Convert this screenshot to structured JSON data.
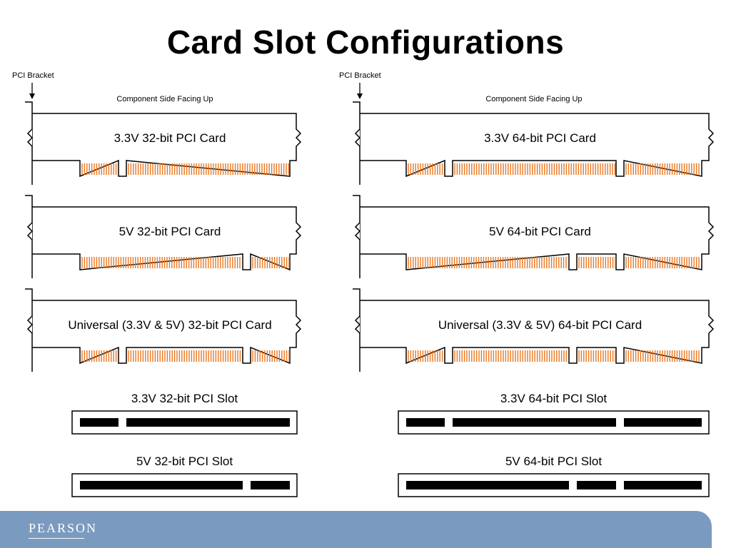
{
  "slide": {
    "title": "Card Slot Configurations",
    "footer_logo": "PEARSON"
  },
  "left": {
    "bracket_label": "PCI Bracket",
    "orientation": "Component Side Facing Up",
    "cards": [
      {
        "label": "3.3V 32-bit PCI Card"
      },
      {
        "label": "5V 32-bit PCI Card"
      },
      {
        "label": "Universal (3.3V & 5V) 32-bit PCI Card"
      }
    ],
    "slots": [
      {
        "label": "3.3V 32-bit PCI Slot"
      },
      {
        "label": "5V 32-bit PCI Slot"
      }
    ]
  },
  "right": {
    "bracket_label": "PCI Bracket",
    "orientation": "Component Side Facing Up",
    "cards": [
      {
        "label": "3.3V 64-bit PCI Card"
      },
      {
        "label": "5V 64-bit PCI Card"
      },
      {
        "label": "Universal (3.3V & 5V) 64-bit PCI Card"
      }
    ],
    "slots": [
      {
        "label": "3.3V 64-bit PCI Slot"
      },
      {
        "label": "5V 64-bit PCI Slot"
      }
    ]
  },
  "colors": {
    "contacts": "#e87722",
    "outline": "#000000",
    "footer": "#7a9bbf"
  }
}
